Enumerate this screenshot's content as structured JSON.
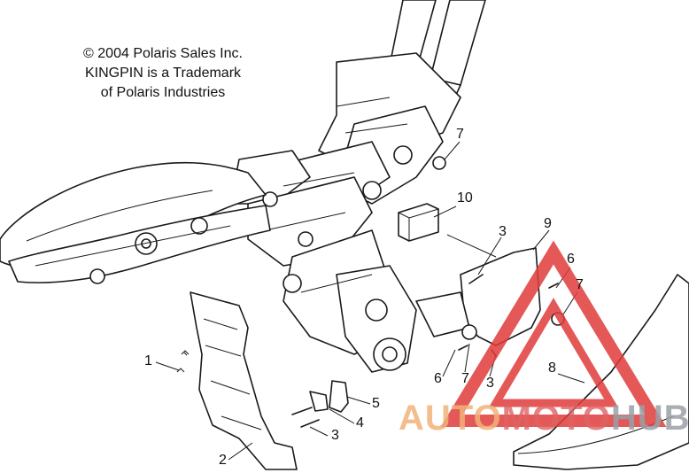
{
  "copyright": {
    "line1": "© 2004 Polaris Sales Inc.",
    "line2": "KINGPIN is a Trademark",
    "line3": "of Polaris Industries"
  },
  "callouts": {
    "c1": "1",
    "c2": "2",
    "c3a": "3",
    "c3b": "3",
    "c3c": "3",
    "c4": "4",
    "c5": "5",
    "c6a": "6",
    "c6b": "6",
    "c7a": "7",
    "c7b": "7",
    "c7c": "7",
    "c8": "8",
    "c9": "9",
    "c10": "10"
  },
  "watermark": {
    "part1": "AUTO",
    "part2": "MOTO",
    "part3": "HUB",
    "triangle_color": "#e03c3c"
  }
}
